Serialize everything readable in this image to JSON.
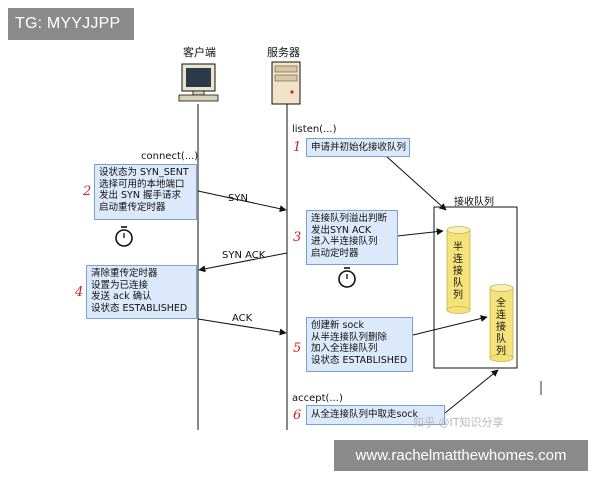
{
  "watermark_tag": "TG: MYYJJPP",
  "footer_url": "www.rachelmatthewhomes.com",
  "zhihu_watermark": "知乎 @IT知识分享",
  "client": {
    "title": "客户端",
    "icon": "computer-icon"
  },
  "server": {
    "title": "服务器",
    "icon": "server-icon"
  },
  "calls": {
    "connect": "connect(...)",
    "listen": "listen(...)",
    "accept": "accept(...)"
  },
  "messages": {
    "syn": "SYN",
    "syn_ack": "SYN ACK",
    "ack": "ACK"
  },
  "steps": [
    {
      "number": "1",
      "text": "申请并初始化接收队列"
    },
    {
      "number": "2",
      "text": "设状态为 SYN_SENT\n选择可用的本地端口\n发出 SYN 握手请求\n启动重传定时器"
    },
    {
      "number": "3",
      "text": "连接队列溢出判断\n发出SYN ACK\n进入半连接队列\n启动定时器"
    },
    {
      "number": "4",
      "text": "清除重传定时器\n设置为已连接\n发送 ack 确认\n设状态 ESTABLISHED"
    },
    {
      "number": "5",
      "text": "创建新 sock\n从半连接队列删除\n加入全连接队列\n设状态 ESTABLISHED"
    },
    {
      "number": "6",
      "text": "从全连接队列中取走sock"
    }
  ],
  "queue": {
    "title": "接收队列",
    "half": "半连接队列",
    "full": "全连接队列"
  },
  "colors": {
    "box_fill": "#dbe9fa",
    "box_border": "#7a9fd0",
    "step_number": "#cc2222",
    "cylinder": "#f5e27a",
    "tag_bg": "#8a8a8a"
  }
}
